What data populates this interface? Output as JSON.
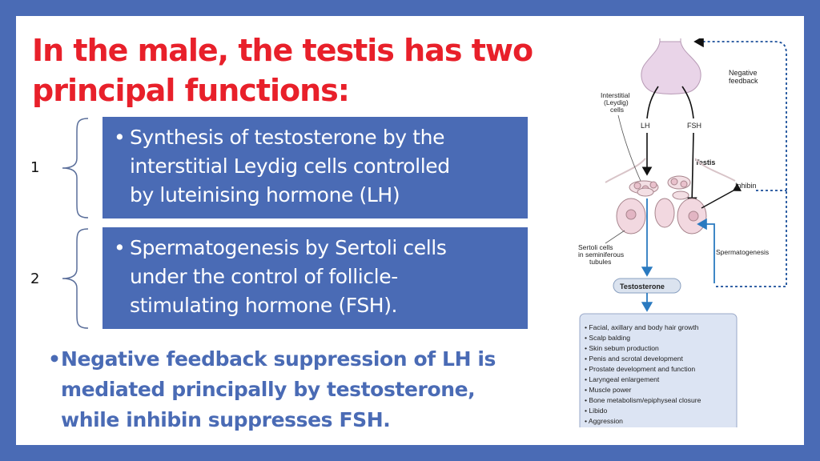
{
  "title": {
    "line1": "In the male, the testis has two",
    "line2": "principal functions:"
  },
  "items": [
    {
      "number": "1",
      "bullet": "•",
      "lines": [
        "Synthesis of testosterone by the",
        "interstitial Leydig cells controlled",
        "by luteinising hormone (LH)"
      ]
    },
    {
      "number": "2",
      "bullet": "•",
      "lines": [
        "Spermatogenesis by Sertoli cells",
        "under the control of follicle-",
        "stimulating hormone (FSH)."
      ]
    }
  ],
  "note": {
    "bullet": "•",
    "lines": [
      "Negative feedback suppression of LH is",
      "mediated principally by testosterone,",
      "while inhibin suppresses FSH."
    ]
  },
  "diagram": {
    "negative_feedback": [
      "Negative",
      "feedback"
    ],
    "interstitial": [
      "Interstitial",
      "(Leydig)",
      "cells"
    ],
    "lh": "LH",
    "fsh": "FSH",
    "testis": "Testis",
    "inhibin": "Inhibin",
    "sertoli": [
      "Sertoli cells",
      "in seminiferous",
      "tubules"
    ],
    "spermatogenesis": "Spermatogenesis",
    "testosterone": "Testosterone",
    "effects": [
      "Facial, axillary and body hair growth",
      "Scalp balding",
      "Skin sebum production",
      "Penis and scrotal development",
      "Prostate development and function",
      "Laryngeal enlargement",
      "Muscle power",
      "Bone metabolism/epiphyseal closure",
      "Libido",
      "Aggression"
    ]
  },
  "colors": {
    "background": "#4a6bb5",
    "title": "#e8202a",
    "box": "#4a6bb5",
    "note": "#4a6bb5"
  }
}
